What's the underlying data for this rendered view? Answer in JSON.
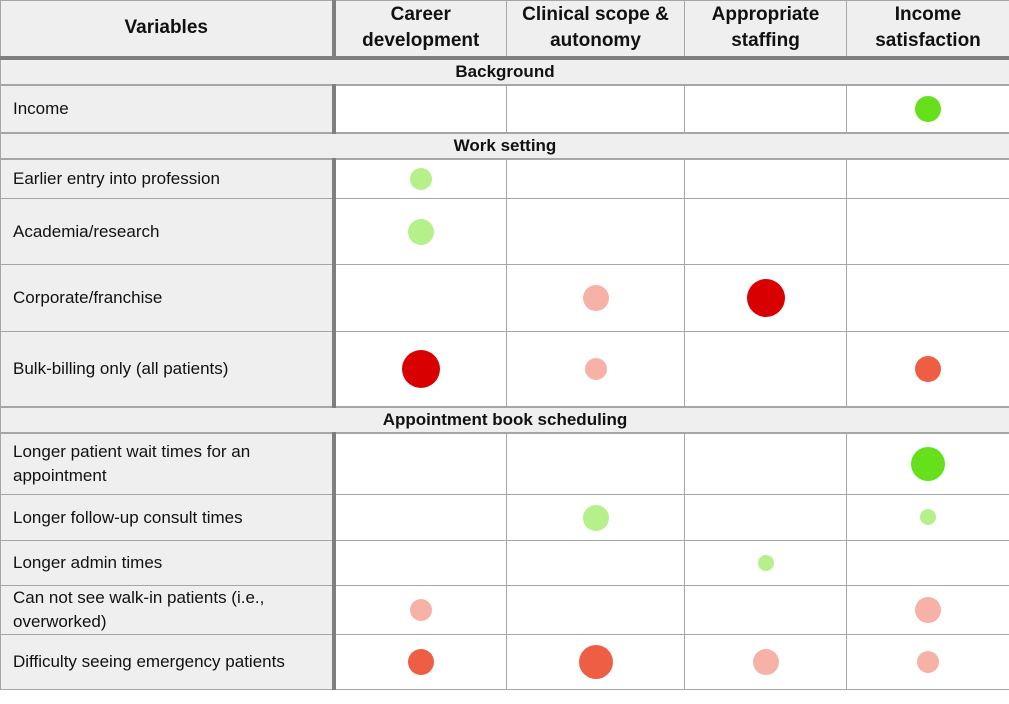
{
  "colors": {
    "strong_positive": "#66e01a",
    "weak_positive": "#b5f08a",
    "weak_negative": "#f7b2a8",
    "moderate_negative": "#ee5e45",
    "strong_negative": "#d80000"
  },
  "header": {
    "variables": "Variables",
    "columns": [
      "Career development",
      "Clinical scope & autonomy",
      "Appropriate staffing",
      "Income satisfaction"
    ]
  },
  "sections": [
    {
      "title": "Background",
      "rows": [
        {
          "label": "Income",
          "cells": [
            null,
            null,
            null,
            {
              "color": "strong_positive",
              "size": "md"
            }
          ]
        }
      ]
    },
    {
      "title": "Work setting",
      "rows": [
        {
          "label": "Earlier entry into profession",
          "cells": [
            {
              "color": "weak_positive",
              "size": "sm"
            },
            null,
            null,
            null
          ]
        },
        {
          "label": "Academia/research",
          "cells": [
            {
              "color": "weak_positive",
              "size": "md"
            },
            null,
            null,
            null
          ]
        },
        {
          "label": "Corporate/franchise",
          "cells": [
            null,
            {
              "color": "weak_negative",
              "size": "md"
            },
            {
              "color": "strong_negative",
              "size": "xl"
            },
            null
          ]
        },
        {
          "label": "Bulk-billing only (all patients)",
          "cells": [
            {
              "color": "strong_negative",
              "size": "xl"
            },
            {
              "color": "weak_negative",
              "size": "sm"
            },
            null,
            {
              "color": "moderate_negative",
              "size": "md"
            }
          ]
        }
      ]
    },
    {
      "title": "Appointment book scheduling",
      "rows": [
        {
          "label": "Longer patient wait times for an appointment",
          "cells": [
            null,
            null,
            null,
            {
              "color": "strong_positive",
              "size": "lg"
            }
          ]
        },
        {
          "label": "Longer follow-up consult times",
          "cells": [
            null,
            {
              "color": "weak_positive",
              "size": "md"
            },
            null,
            {
              "color": "weak_positive",
              "size": "xs"
            }
          ]
        },
        {
          "label": "Longer admin times",
          "cells": [
            null,
            null,
            {
              "color": "weak_positive",
              "size": "xs"
            },
            null
          ]
        },
        {
          "label": "Can not see walk-in patients (i.e., overworked)",
          "cells": [
            {
              "color": "weak_negative",
              "size": "sm"
            },
            null,
            null,
            {
              "color": "weak_negative",
              "size": "md"
            }
          ]
        },
        {
          "label": "Difficulty seeing emergency patients",
          "cells": [
            {
              "color": "moderate_negative",
              "size": "md"
            },
            {
              "color": "moderate_negative",
              "size": "lg"
            },
            {
              "color": "weak_negative",
              "size": "md"
            },
            {
              "color": "weak_negative",
              "size": "sm"
            }
          ]
        }
      ]
    }
  ]
}
